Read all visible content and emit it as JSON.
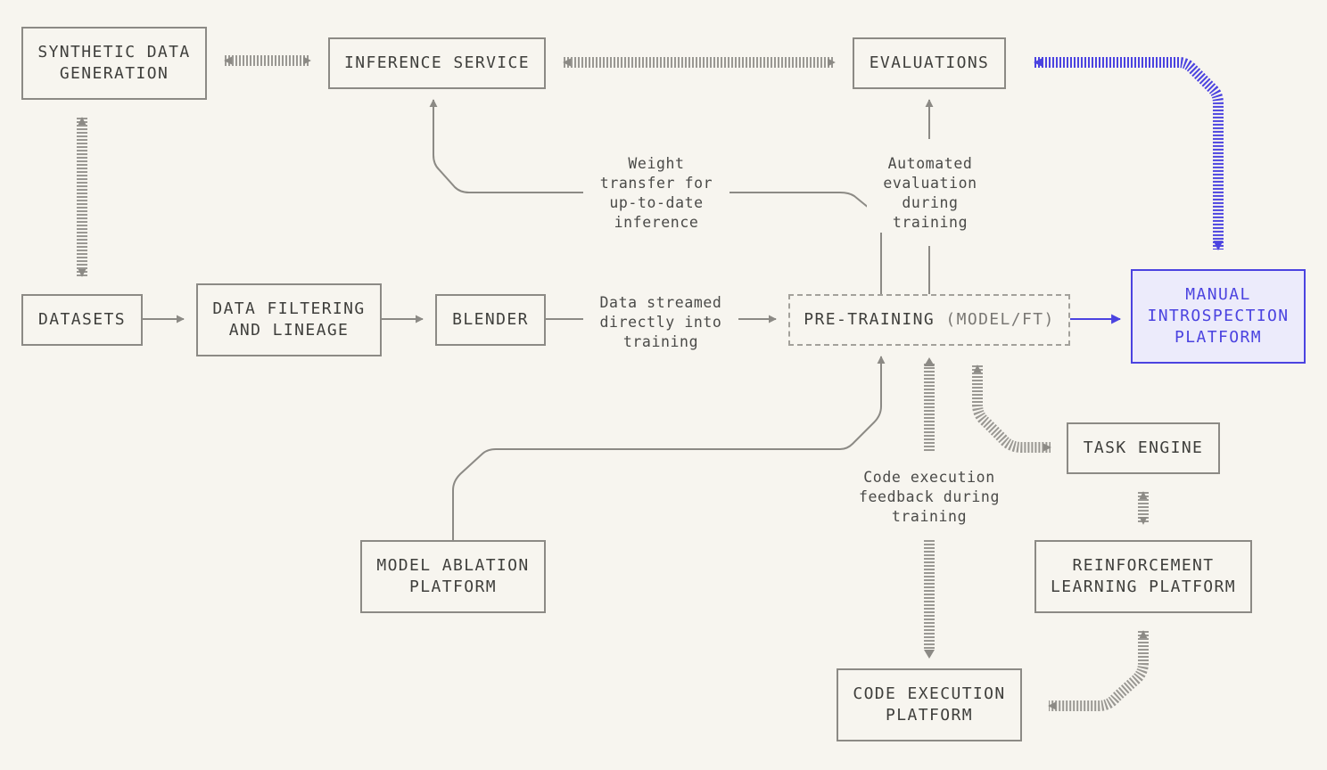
{
  "nodes": {
    "synthetic": {
      "line1": "SYNTHETIC DATA",
      "line2": "GENERATION"
    },
    "inference": {
      "label": "INFERENCE SERVICE"
    },
    "evaluations": {
      "label": "EVALUATIONS"
    },
    "datasets": {
      "label": "DATASETS"
    },
    "filtering": {
      "line1": "DATA FILTERING",
      "line2": "AND LINEAGE"
    },
    "blender": {
      "label": "BLENDER"
    },
    "pretraining": {
      "label": "PRE-TRAINING",
      "suffix": "(MODEL/FT)"
    },
    "manual": {
      "line1": "MANUAL",
      "line2": "INTROSPECTION",
      "line3": "PLATFORM"
    },
    "task_engine": {
      "label": "TASK ENGINE"
    },
    "ablation": {
      "line1": "MODEL ABLATION",
      "line2": "PLATFORM"
    },
    "rl": {
      "line1": "REINFORCEMENT",
      "line2": "LEARNING PLATFORM"
    },
    "code_exec": {
      "line1": "CODE EXECUTION",
      "line2": "PLATFORM"
    }
  },
  "annotations": {
    "weight_transfer": [
      "Weight",
      "transfer for",
      "up-to-date",
      "inference"
    ],
    "auto_eval": [
      "Automated",
      "evaluation",
      "during",
      "training"
    ],
    "data_streamed": [
      "Data streamed",
      "directly into",
      "training"
    ],
    "code_feedback": [
      "Code execution",
      "feedback during",
      "training"
    ]
  },
  "colors": {
    "background": "#f7f5ef",
    "line": "#8c8a85",
    "accent": "#4b43e0",
    "accent_fill": "#ecebfb"
  }
}
